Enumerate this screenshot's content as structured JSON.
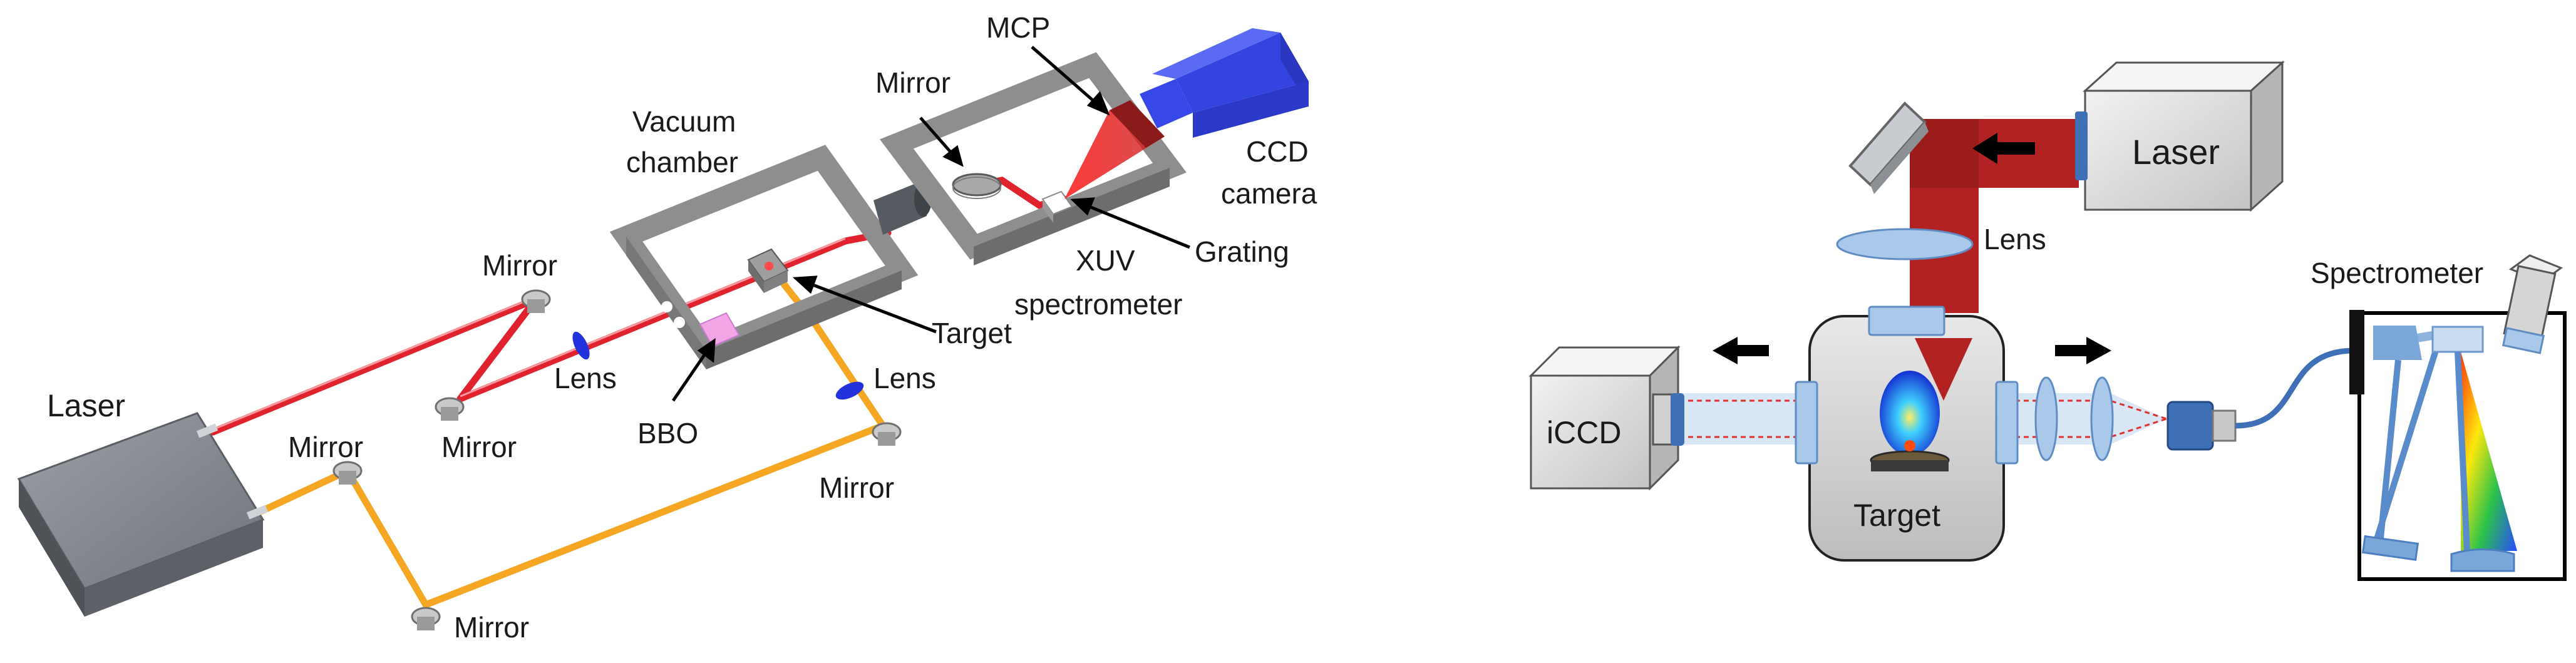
{
  "left_diagram": {
    "labels": {
      "laser": "Laser",
      "mirror_1": "Mirror",
      "mirror_2": "Mirror",
      "mirror_3": "Mirror",
      "mirror_4": "Mirror",
      "mirror_5": "Mirror",
      "mirror_chamber": "Mirror",
      "lens_1": "Lens",
      "lens_2": "Lens",
      "bbo": "BBO",
      "target": "Target",
      "vacuum_chamber_line1": "Vacuum",
      "vacuum_chamber_line2": "chamber",
      "mcp": "MCP",
      "ccd_line1": "CCD",
      "ccd_line2": "camera",
      "grating": "Grating",
      "xuv_line1": "XUV",
      "xuv_line2": "spectrometer"
    },
    "colors": {
      "red_beam": "#e0222e",
      "orange_beam": "#f5a623",
      "chamber": "#8e8e8e",
      "laser_box": "#7d8288",
      "ccd": "#3848e8",
      "bbo": "#f3a6e6",
      "lens": "#2233dd"
    }
  },
  "right_diagram": {
    "labels": {
      "laser": "Laser",
      "lens": "Lens",
      "iccd": "iCCD",
      "target": "Target",
      "spectrometer": "Spectrometer"
    },
    "colors": {
      "beam": "#b22222",
      "probe": "#d8e6f5",
      "optics": "#aac8ea",
      "box_fill": "#dcdcdc"
    }
  }
}
